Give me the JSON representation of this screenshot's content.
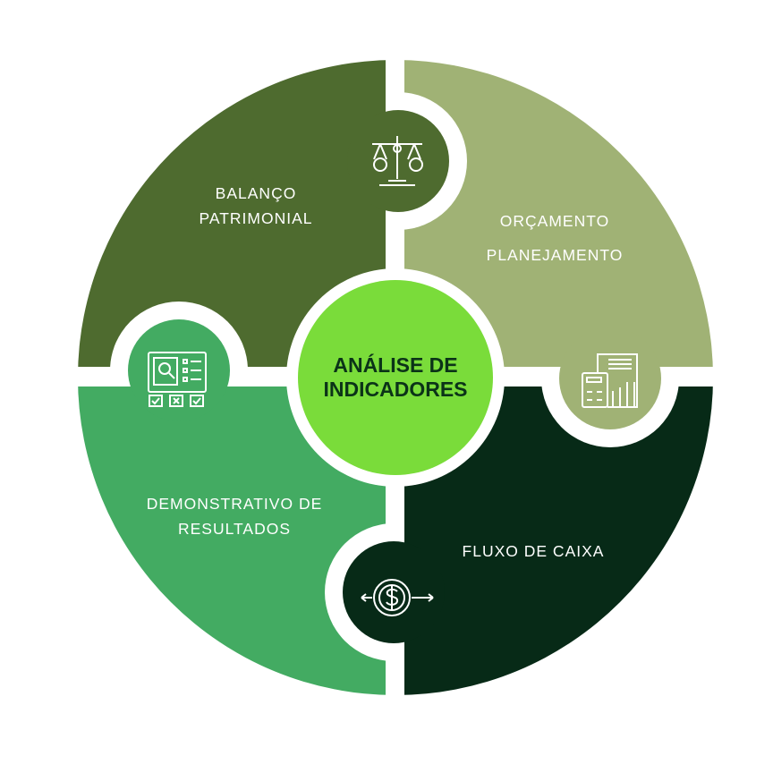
{
  "center": {
    "line1": "ANÁLISE DE",
    "line2": "INDICADORES"
  },
  "quadrants": [
    {
      "id": "balanco",
      "line1": "BALANÇO",
      "line2": "PATRIMONIAL",
      "icon": "scale-balance-icon",
      "color": "#4e6b2f"
    },
    {
      "id": "orcamento",
      "line1": "ORÇAMENTO",
      "line2": "PLANEJAMENTO",
      "icon": "calculator-budget-icon",
      "color": "#a0b275"
    },
    {
      "id": "fluxo",
      "line1": "FLUXO DE CAIXA",
      "icon": "dollar-cycle-icon",
      "color": "#072a17"
    },
    {
      "id": "demonstrativo",
      "line1": "DEMONSTRATIVO DE",
      "line2": "RESULTADOS",
      "icon": "checklist-report-icon",
      "color": "#43ab62"
    }
  ],
  "colors": {
    "center": "#7adc3a",
    "center_text": "#0b3318"
  }
}
